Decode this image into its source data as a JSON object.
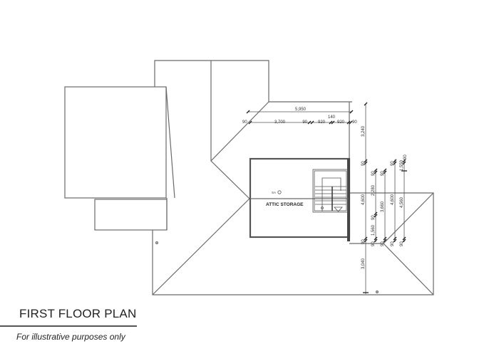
{
  "title": "FIRST FLOOR PLAN",
  "subtitle": "For illustrative purposes only",
  "room": {
    "name": "ATTIC STORAGE",
    "tag": "SA"
  },
  "dimensions": {
    "top_overall": "5,950",
    "top_segments": [
      "90",
      "3,700",
      "90",
      "920",
      "140",
      "920",
      "90"
    ],
    "right_col1": [
      "3,240",
      "90",
      "4,600",
      "90",
      "3,040"
    ],
    "right_col2": [
      "90",
      "2,280",
      "90",
      "1,560",
      "90"
    ],
    "right_col3": [
      "90",
      "3,660",
      "90"
    ],
    "right_col4": [
      "90",
      "4,600",
      "90"
    ],
    "right_col5": [
      "90",
      "1,550",
      "4,560",
      "90"
    ]
  },
  "colors": {
    "line": "#6a6a6a",
    "text": "#222222"
  }
}
